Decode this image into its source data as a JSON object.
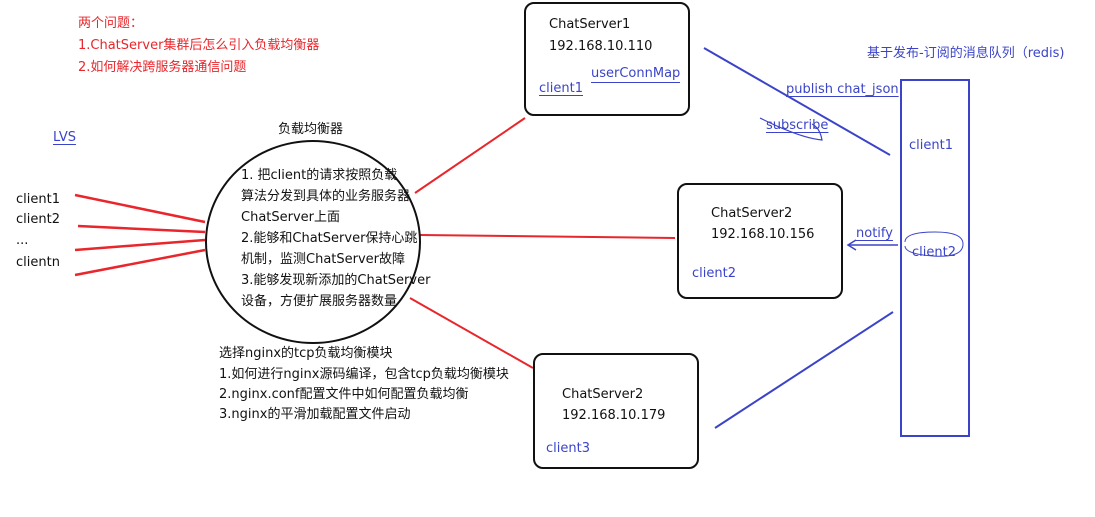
{
  "problems": {
    "title": "两个问题：",
    "item1": "1.ChatServer集群后怎么引入负载均衡器",
    "item2": "2.如何解决跨服务器通信问题"
  },
  "lvs": "LVS",
  "clients": [
    "client1",
    "client2",
    "...",
    "clientn"
  ],
  "load_balancer": {
    "title": "负载均衡器",
    "lines": [
      "1. 把client的请求按照负载",
      "算法分发到具体的业务服务器",
      "ChatServer上面",
      "2.能够和ChatServer保持心跳",
      "机制，监测ChatServer故障",
      "3.能够发现新添加的ChatServer",
      "设备，方便扩展服务器数量"
    ]
  },
  "nginx_notes": {
    "title": "选择nginx的tcp负载均衡模块",
    "item1": "1.如何进行nginx源码编译，包含tcp负载均衡模块",
    "item2": "2.nginx.conf配置文件中如何配置负载均衡",
    "item3": "3.nginx的平滑加载配置文件启动"
  },
  "servers": [
    {
      "name": "ChatServer1",
      "ip": "192.168.10.110",
      "client": "client1",
      "extra": "userConnMap"
    },
    {
      "name": "ChatServer2",
      "ip": "192.168.10.156",
      "client": "client2"
    },
    {
      "name": "ChatServer2",
      "ip": "192.168.10.179",
      "client": "client3"
    }
  ],
  "mq": {
    "title": "基于发布-订阅的消息队列（redis)",
    "clients": [
      "client1",
      "client2"
    ],
    "publish": "publish chat_json",
    "subscribe": "subscribe",
    "notify": "notify"
  },
  "colors": {
    "red": "#e8262b",
    "blue": "#3b44c8",
    "black": "#111111"
  }
}
